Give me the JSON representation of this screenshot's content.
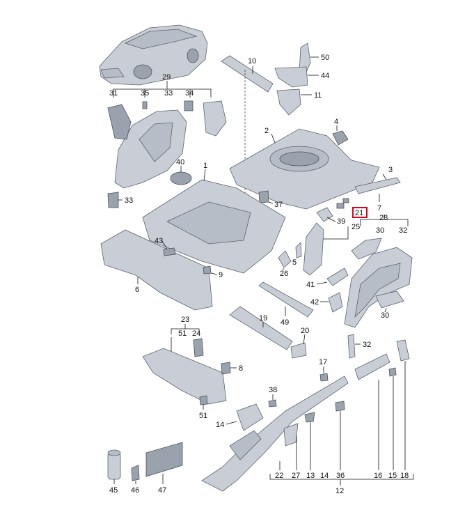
{
  "labels": {
    "p1": "1",
    "p2": "2",
    "p3": "3",
    "p4": "4",
    "p5": "5",
    "p6": "6",
    "p7": "7",
    "p8": "8",
    "p9": "9",
    "p10": "10",
    "p11": "11",
    "p12": "12",
    "p13": "13",
    "p14": "14",
    "p14b": "14",
    "p15": "15",
    "p16": "16",
    "p17": "17",
    "p18": "18",
    "p19": "19",
    "p20": "20",
    "p21": "21",
    "p22": "22",
    "p23": "23",
    "p24": "24",
    "p25": "25",
    "p26": "26",
    "p27": "27",
    "p28": "28",
    "p29": "29",
    "p30a": "30",
    "p30b": "30",
    "p31": "31",
    "p32a": "32",
    "p32b": "32",
    "p33a": "33",
    "p33b": "33",
    "p34": "34",
    "p35": "35",
    "p36": "36",
    "p37": "37",
    "p38": "38",
    "p39": "39",
    "p40": "40",
    "p41": "41",
    "p42": "42",
    "p43": "43",
    "p44": "44",
    "p45": "45",
    "p46": "46",
    "p47": "47",
    "p49": "49",
    "p50": "50",
    "p51a": "51",
    "p51b": "51"
  },
  "highlight": {
    "label": "21",
    "color": "#e0001b"
  },
  "colors": {
    "part_fill": "#c9ced6",
    "outline": "#5a6270",
    "highlight": "#e0001b"
  }
}
